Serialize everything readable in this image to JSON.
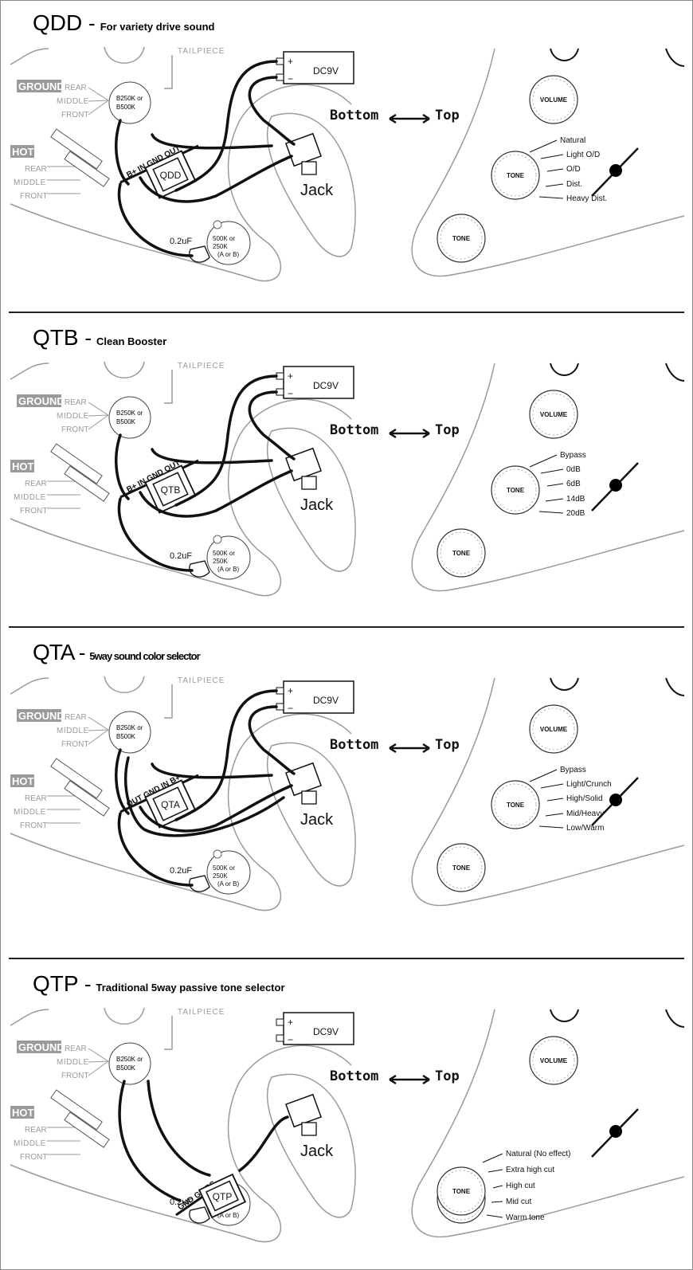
{
  "common": {
    "tailpiece": "TAILPIECE",
    "ground": "GROUND",
    "hot": "HOT",
    "rear": "REAR",
    "middle": "MIDDLE",
    "front": "FRONT",
    "pot_top": "B250K or",
    "pot_bottom": "B500K",
    "battery": "DC9V",
    "plus": "+",
    "minus": "−",
    "bottom": "Bottom",
    "top": "Top",
    "jack": "Jack",
    "cap": "0.2uF",
    "vol_pot_1": "500K or",
    "vol_pot_2": "250K",
    "vol_pot_3": "(A or B)",
    "volume": "VOLUME",
    "tone": "TONE"
  },
  "sections": [
    {
      "name": "QDD",
      "dash": "-",
      "subtitle": "For variety drive sound",
      "pins": "B+  IN  GND  OUT",
      "module": "QDD",
      "positions": [
        "Natural",
        "Light O/D",
        "O/D",
        "Dist.",
        "Heavy Dist."
      ]
    },
    {
      "name": "QTB",
      "dash": "-",
      "subtitle": "Clean Booster",
      "pins": "B+  IN  GND  OUT",
      "module": "QTB",
      "positions": [
        "Bypass",
        "0dB",
        "6dB",
        "14dB",
        "20dB"
      ]
    },
    {
      "name": "QTA",
      "dash": "-",
      "subtitle": "5way sound color selector",
      "pins": "OUT  GND  IN  B+",
      "module": "QTA",
      "positions": [
        "Bypass",
        "Light/Crunch",
        "High/Solid",
        "Mid/Heavy",
        "Low/Warm"
      ]
    },
    {
      "name": "QTP",
      "dash": "-",
      "subtitle": "Traditional 5way passive tone selector",
      "pins": "GND  GT  BS",
      "module": "QTP",
      "positions": [
        "Natural (No effect)",
        "Extra high cut",
        "High cut",
        "Mid cut",
        "Warm tone"
      ]
    }
  ]
}
